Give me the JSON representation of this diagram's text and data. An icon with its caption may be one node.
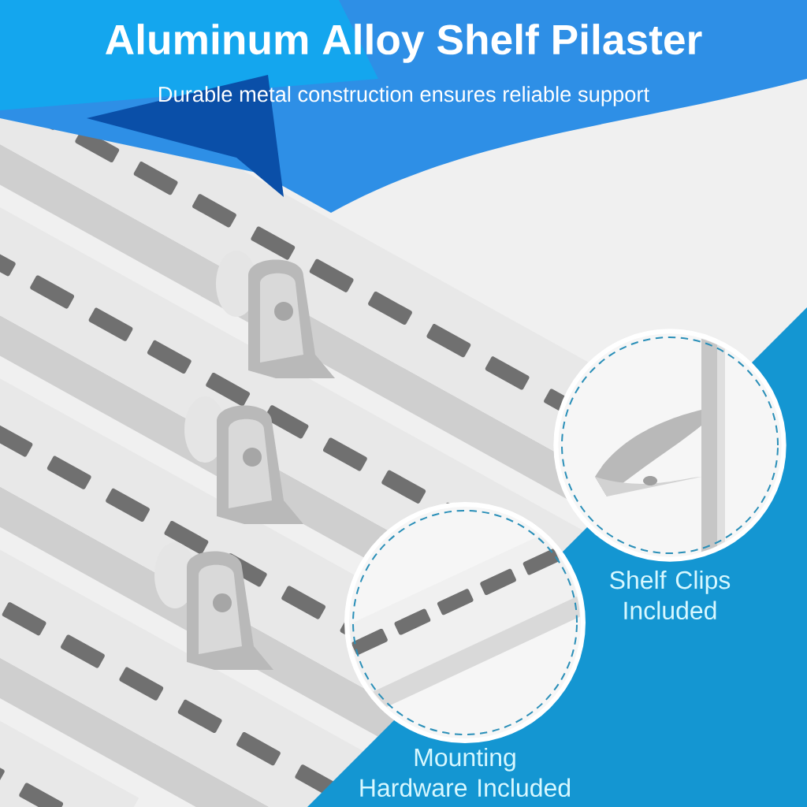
{
  "diagram": {
    "title": "Aluminum Alloy Shelf Pilaster",
    "nodes": [
      {
        "text": [],
        "shape": "circle",
        "beside": [
          "Shelf Clips Included"
        ]
      },
      {
        "text": [],
        "shape": "circle",
        "beside": [
          "Mounting Hardware Included"
        ]
      }
    ],
    "labels": [
      "Durable metal construction ensures reliable support"
    ]
  }
}
